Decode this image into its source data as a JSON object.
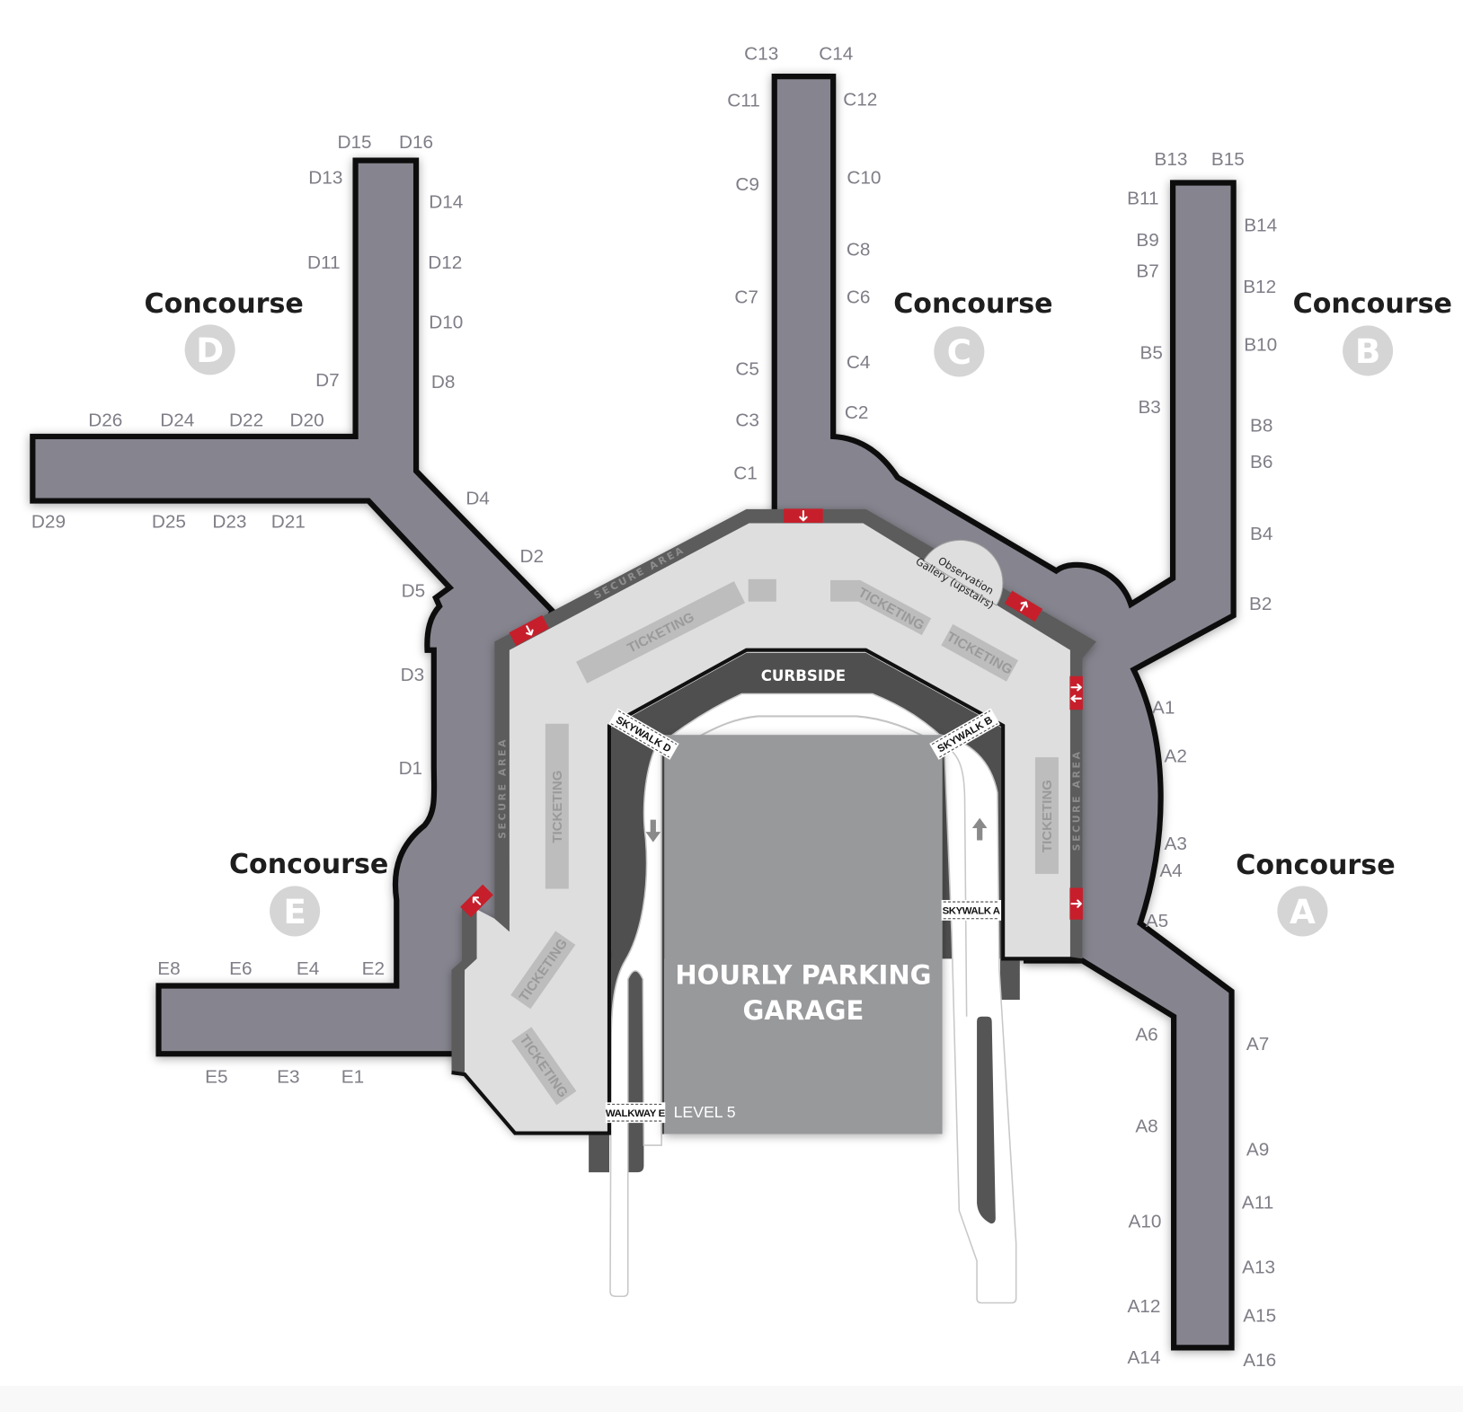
{
  "concourses": {
    "D": {
      "heading": "Concourse",
      "letter": "D",
      "gates": [
        "D15",
        "D16",
        "D13",
        "D14",
        "D11",
        "D12",
        "D10",
        "D7",
        "D8",
        "D26",
        "D24",
        "D22",
        "D20",
        "D29",
        "D25",
        "D23",
        "D21",
        "D4",
        "D2",
        "D5",
        "D3",
        "D1"
      ]
    },
    "E": {
      "heading": "Concourse",
      "letter": "E",
      "gates": [
        "E8",
        "E6",
        "E4",
        "E2",
        "E5",
        "E3",
        "E1"
      ]
    },
    "C": {
      "heading": "Concourse",
      "letter": "C",
      "gates": [
        "C13",
        "C14",
        "C11",
        "C12",
        "C9",
        "C10",
        "C8",
        "C7",
        "C6",
        "C5",
        "C4",
        "C3",
        "C2",
        "C1"
      ]
    },
    "B": {
      "heading": "Concourse",
      "letter": "B",
      "gates": [
        "B13",
        "B15",
        "B11",
        "B14",
        "B9",
        "B7",
        "B12",
        "B10",
        "B5",
        "B3",
        "B8",
        "B6",
        "B4",
        "B2"
      ]
    },
    "A": {
      "heading": "Concourse",
      "letter": "A",
      "gates": [
        "A1",
        "A2",
        "A3",
        "A4",
        "A5",
        "A6",
        "A7",
        "A8",
        "A9",
        "A10",
        "A11",
        "A12",
        "A13",
        "A14",
        "A15",
        "A16"
      ]
    }
  },
  "terminal": {
    "secure_area_labels": [
      "SECURE AREA",
      "SECURE AREA",
      "SECURE AREA"
    ],
    "ticketing_labels": [
      "TICKETING",
      "TICKETING",
      "TICKETING",
      "TICKETING",
      "TICKETING",
      "TICKETING",
      "TICKETING"
    ],
    "curbside_label": "CURBSIDE",
    "observation_gallery": {
      "line1": "Observation",
      "line2": "Gallery (upstairs)"
    },
    "security_checkpoints": [
      {
        "position": "top-center",
        "arrow": "down"
      },
      {
        "position": "upper-left",
        "arrow": "down"
      },
      {
        "position": "upper-right",
        "arrow": "up"
      },
      {
        "position": "right-upper",
        "arrow": "two-way"
      },
      {
        "position": "right-lower",
        "arrow": "right"
      },
      {
        "position": "left-lower",
        "arrow": "up-left"
      }
    ]
  },
  "garage": {
    "title_line1": "HOURLY PARKING",
    "title_line2": "GARAGE",
    "level": "LEVEL 5"
  },
  "walkways": {
    "skywalk_d": "SKYWALK D",
    "skywalk_b": "SKYWALK B",
    "skywalk_a": "SKYWALK A",
    "walkway_e": "WALKWAY E"
  },
  "colors": {
    "concourse_fill": "#86858f",
    "outline": "#111111",
    "secure_band": "#5b5b5b",
    "terminal_floor": "#dedede",
    "ticketing_block": "#bdbdbd",
    "checkpoint_red": "#c61f2b",
    "garage": "#98999b",
    "gate_label": "#7f7e87",
    "badge": "#d5d5d5"
  }
}
